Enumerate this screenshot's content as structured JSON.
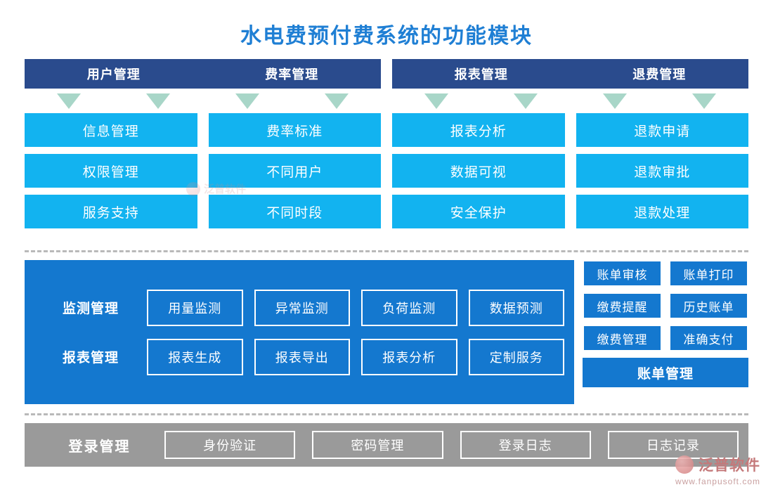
{
  "title": "水电费预付费系统的功能模块",
  "colors": {
    "title": "#1f7fd4",
    "header_blue": "#2a4b8d",
    "cell_cyan": "#12b3f0",
    "panel_blue": "#1478cf",
    "arrow_green": "#a8d6c8",
    "footer_gray": "#9a9a9a",
    "dashed_gray": "#b9b9b9"
  },
  "groups": [
    {
      "headers": [
        "用户管理",
        "费率管理"
      ],
      "columns": [
        [
          "信息管理",
          "权限管理",
          "服务支持"
        ],
        [
          "费率标准",
          "不同用户",
          "不同时段"
        ]
      ]
    },
    {
      "headers": [
        "报表管理",
        "退费管理"
      ],
      "columns": [
        [
          "报表分析",
          "数据可视",
          "安全保护"
        ],
        [
          "退款申请",
          "退款审批",
          "退款处理"
        ]
      ]
    }
  ],
  "middle": {
    "rows": [
      {
        "label": "监测管理",
        "boxes": [
          "用量监测",
          "异常监测",
          "负荷监测",
          "数据预测"
        ]
      },
      {
        "label": "报表管理",
        "boxes": [
          "报表生成",
          "报表导出",
          "报表分析",
          "定制服务"
        ]
      }
    ],
    "right": {
      "grid": [
        [
          "账单审核",
          "账单打印"
        ],
        [
          "缴费提醒",
          "历史账单"
        ],
        [
          "缴费管理",
          "准确支付"
        ]
      ],
      "footer": "账单管理"
    }
  },
  "bottom": {
    "label": "登录管理",
    "boxes": [
      "身份验证",
      "密码管理",
      "登录日志",
      "日志记录"
    ]
  },
  "watermarks": {
    "center_text": "泛普软件",
    "brand": "泛普软件",
    "url": "www.fanpusoft.com"
  }
}
